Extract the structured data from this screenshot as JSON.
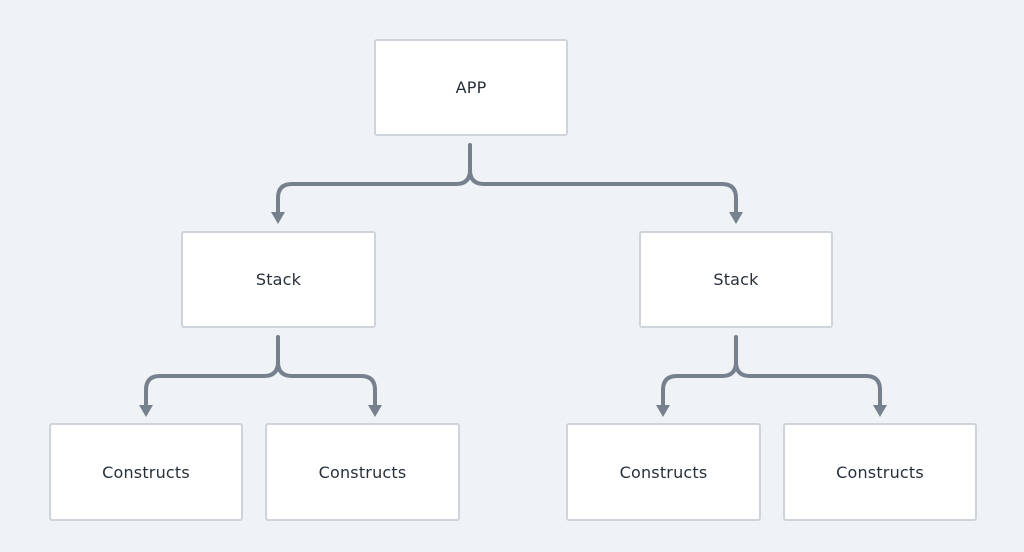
{
  "diagram": {
    "root": {
      "label": "APP"
    },
    "stacks": [
      {
        "label": "Stack"
      },
      {
        "label": "Stack"
      }
    ],
    "constructs": [
      {
        "label": "Constructs"
      },
      {
        "label": "Constructs"
      },
      {
        "label": "Constructs"
      },
      {
        "label": "Constructs"
      }
    ]
  },
  "colors": {
    "background": "#f0f3f6",
    "node_fill": "#ffffff",
    "node_border": "#cfd4da",
    "connector": "#77818e",
    "text": "#27303b"
  }
}
